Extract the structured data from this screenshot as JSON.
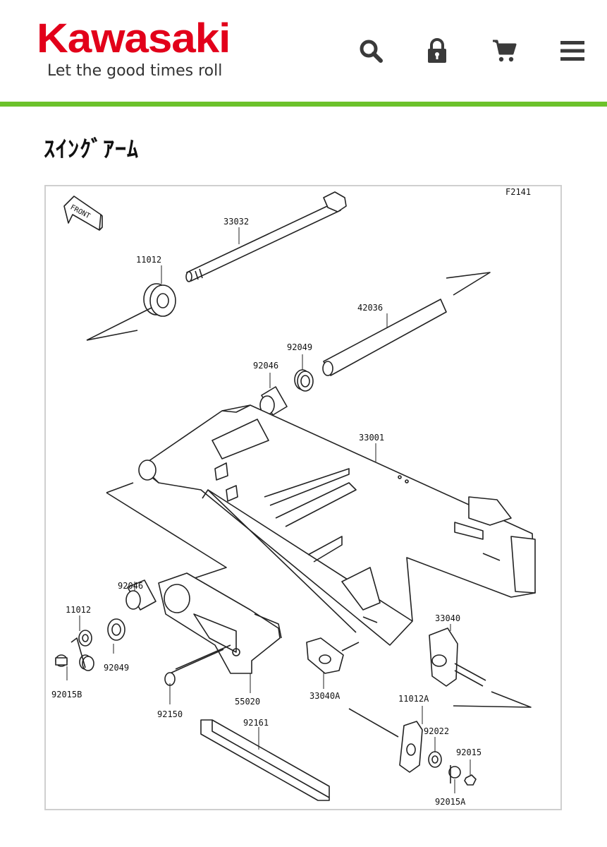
{
  "header": {
    "brand": "Kawasaki",
    "tagline": "Let the good times roll",
    "icons": [
      "search-icon",
      "lock-icon",
      "cart-icon",
      "menu-icon"
    ],
    "brand_color": "#e2001a",
    "accent_color": "#6cc22b"
  },
  "page": {
    "title": "ｽｲﾝｸﾞｱｰﾑ"
  },
  "diagram": {
    "code": "F2141",
    "front_label": "FRONT",
    "parts": {
      "p33032": "33032",
      "p11012a": "11012",
      "p42036": "42036",
      "p92049a": "92049",
      "p92046a": "92046",
      "p33001": "33001",
      "p92046b": "92046",
      "p11012b": "11012",
      "p92049b": "92049",
      "p92015b": "92015B",
      "p92150": "92150",
      "p55020": "55020",
      "p33040a": "33040A",
      "p33040": "33040",
      "p11012c": "11012A",
      "p92022": "92022",
      "p92015": "92015",
      "p92015a": "92015A",
      "p92161": "92161"
    }
  }
}
